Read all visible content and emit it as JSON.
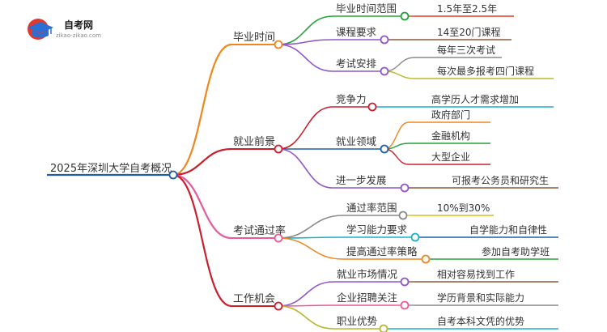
{
  "logo": {
    "title": "自考网",
    "url": "zikao-zikao.com"
  },
  "root": {
    "label": "2025年深圳大学自考概况"
  },
  "branches": [
    {
      "label": "毕业时间",
      "color": "#f0861e",
      "children": [
        {
          "label": "毕业时间范围",
          "color": "#22a33a",
          "leaves": [
            {
              "label": "1.5年至2.5年",
              "color": "#d93b2b"
            }
          ]
        },
        {
          "label": "课程要求",
          "color": "#9257c8",
          "leaves": [
            {
              "label": "14至20门课程",
              "color": "#8b5a3c"
            }
          ]
        },
        {
          "label": "考试安排",
          "color": "#9257c8",
          "leaves": [
            {
              "label": "每年三次考试",
              "color": "#8a8a8a"
            },
            {
              "label": "每次最多报考四门课程",
              "color": "#b8b82a"
            }
          ]
        }
      ]
    },
    {
      "label": "就业前景",
      "color": "#c8202e",
      "children": [
        {
          "label": "竞争力",
          "color": "#c8202e",
          "leaves": [
            {
              "label": "高学历人才需求增加",
              "color": "#1ab0c8"
            }
          ]
        },
        {
          "label": "就业领域",
          "color": "#1f5fa8",
          "leaves": [
            {
              "label": "政府部门",
              "color": "#f0861e"
            },
            {
              "label": "金融机构",
              "color": "#22a33a"
            },
            {
              "label": "大型企业",
              "color": "#c8202e"
            }
          ]
        },
        {
          "label": "进一步发展",
          "color": "#9257c8",
          "leaves": [
            {
              "label": "可报考公务员和研究生",
              "color": "#8b5a3c"
            }
          ]
        }
      ]
    },
    {
      "label": "考试通过率",
      "color": "#e85a9a",
      "children": [
        {
          "label": "通过率范围",
          "color": "#8a8a8a",
          "leaves": [
            {
              "label": "10%到30%",
              "color": "#d0c020"
            }
          ]
        },
        {
          "label": "学习能力要求",
          "color": "#1ab0c8",
          "leaves": [
            {
              "label": "自学能力和自律性",
              "color": "#1f5fa8"
            }
          ]
        },
        {
          "label": "提高通过率策略",
          "color": "#f0861e",
          "leaves": [
            {
              "label": "参加自考助学班",
              "color": "#22a33a"
            }
          ]
        }
      ]
    },
    {
      "label": "工作机会",
      "color": "#c8202e",
      "children": [
        {
          "label": "就业市场情况",
          "color": "#9257c8",
          "leaves": [
            {
              "label": "相对容易找到工作",
              "color": "#8b5a3c"
            }
          ]
        },
        {
          "label": "企业招聘关注",
          "color": "#e85a9a",
          "leaves": [
            {
              "label": "学历背景和实际能力",
              "color": "#8a8a8a"
            }
          ]
        },
        {
          "label": "职业优势",
          "color": "#b8b82a",
          "leaves": [
            {
              "label": "自考本科文凭的优势",
              "color": "#1ab0c8"
            }
          ]
        }
      ]
    }
  ]
}
